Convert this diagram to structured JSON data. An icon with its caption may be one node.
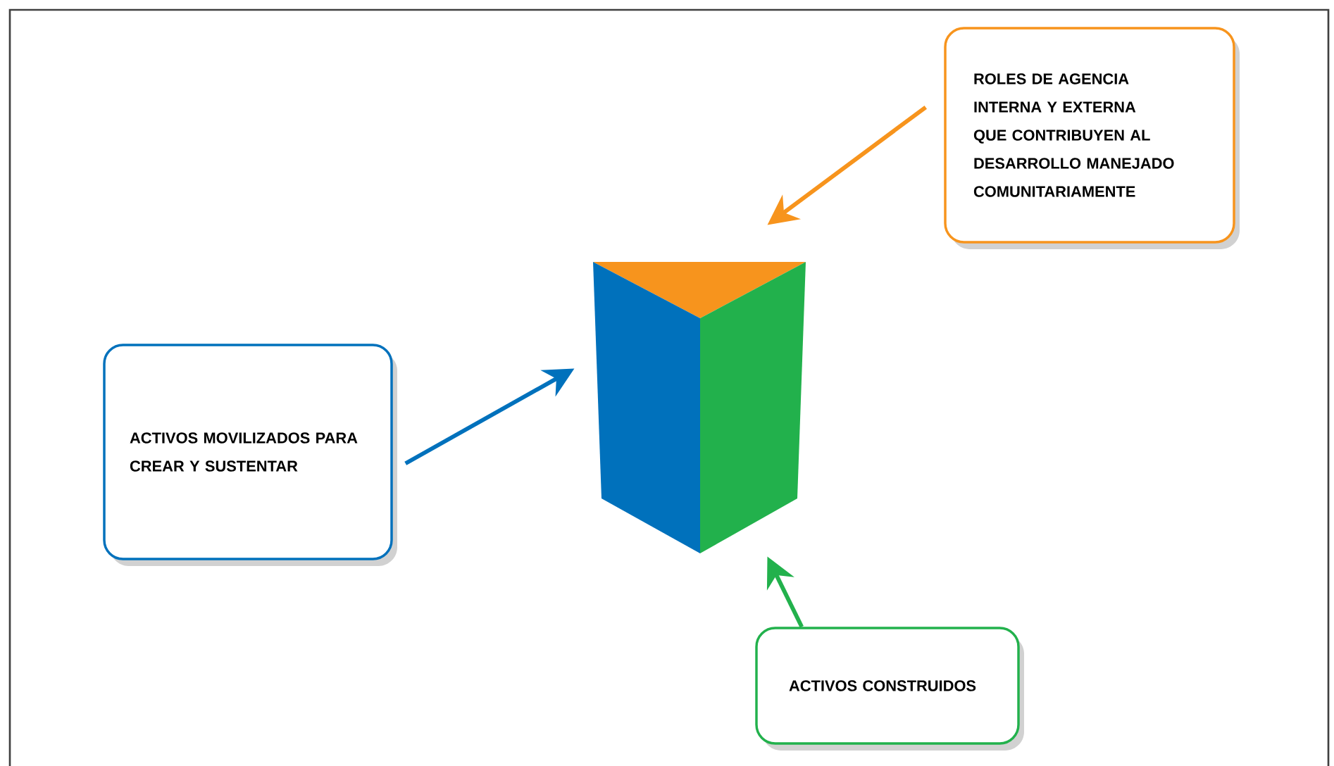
{
  "diagram": {
    "nodes": [
      {
        "text": [
          "ROLES DE AGENCIA INTERNA Y EXTERNA QUE CONTRIBUYEN AL DESARROLLO MANEJADO COMUNITARIAMENTE"
        ]
      },
      {
        "text": [
          "ACTIVOS MOVILIZADOS PARA CREAR Y SUSTENTAR"
        ]
      },
      {
        "text": [],
        "shape": "prism"
      },
      {
        "text": [
          "ACTIVOS CONSTRUIDOS"
        ]
      }
    ],
    "edges": [
      {
        "from": 0,
        "to": 2,
        "arrow": "to",
        "color": "#f7941d"
      },
      {
        "from": 1,
        "to": 2,
        "arrow": "to",
        "color": "#0071bc"
      },
      {
        "from": 3,
        "to": 2,
        "arrow": "to",
        "color": "#22b14c"
      }
    ]
  }
}
